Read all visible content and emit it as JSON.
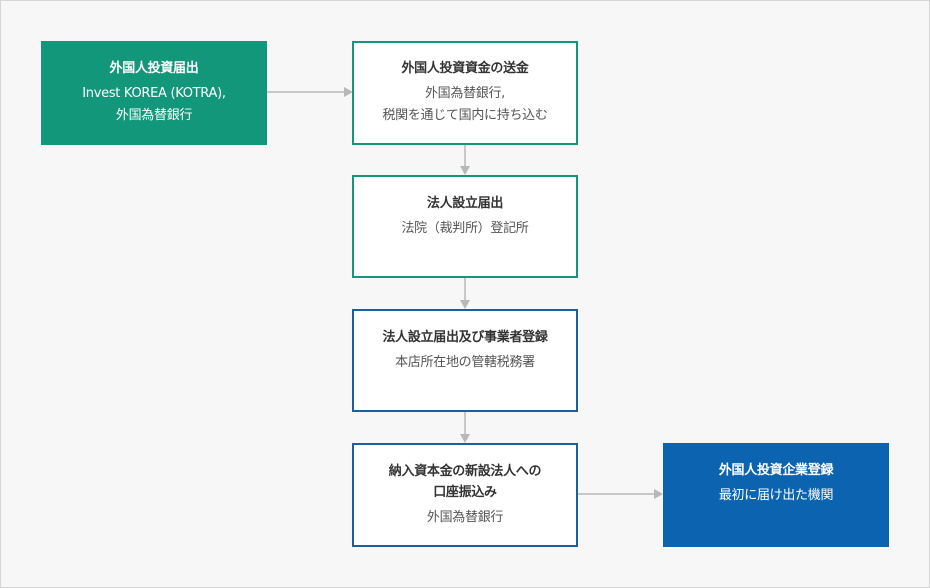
{
  "nodes": {
    "n1": {
      "title": "外国人投資届出",
      "sub1": "Invest KOREA (KOTRA),",
      "sub2": "外国為替銀行"
    },
    "n2": {
      "title": "外国人投資資金の送金",
      "sub1": "外国為替銀行,",
      "sub2": "税関を通じて国内に持ち込む"
    },
    "n3": {
      "title": "法人設立届出",
      "sub1": "法院（裁判所）登記所"
    },
    "n4": {
      "title": "法人設立届出及び事業者登録",
      "sub1": "本店所在地の管轄税務署"
    },
    "n5": {
      "title1": "納入資本金の新設法人への",
      "title2": "口座振込み",
      "sub1": "外国為替銀行"
    },
    "n6": {
      "title": "外国人投資企業登録",
      "sub1": "最初に届け出た機関"
    }
  },
  "colors": {
    "green": "#12977a",
    "blue_border": "#1d5e9e",
    "blue_fill": "#0c64b0",
    "connector": "#b8b8b8"
  }
}
